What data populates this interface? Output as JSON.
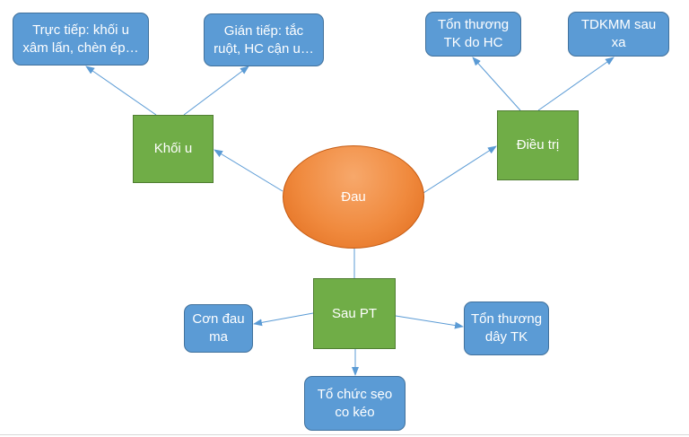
{
  "theme": {
    "box_fill": "#5b9bd5",
    "box_border": "#41719c",
    "square_fill": "#70ad47",
    "square_border": "#507e32",
    "center_fill": "#f08a3e",
    "center_border": "#c55a11",
    "connector_color": "#5b9bd5",
    "text_color": "#ffffff"
  },
  "nodes": {
    "center": "Đau",
    "khoi_u": "Khối u",
    "dieu_tri": "Điều trị",
    "sau_pt": "Sau PT",
    "truc_tiep": "Trực tiếp: khối u xâm lấn, chèn ép…",
    "gian_tiep": "Gián tiếp: tắc ruột, HC cận u…",
    "ton_thuong_tk_hc": "Tổn thương TK do HC",
    "tdkmm": "TDKMM sau xa",
    "con_dau_ma": "Cơn đau ma",
    "ton_thuong_day_tk": "Tổn thương dây TK",
    "to_chuc_seo": "Tổ chức sẹo co kéo"
  }
}
